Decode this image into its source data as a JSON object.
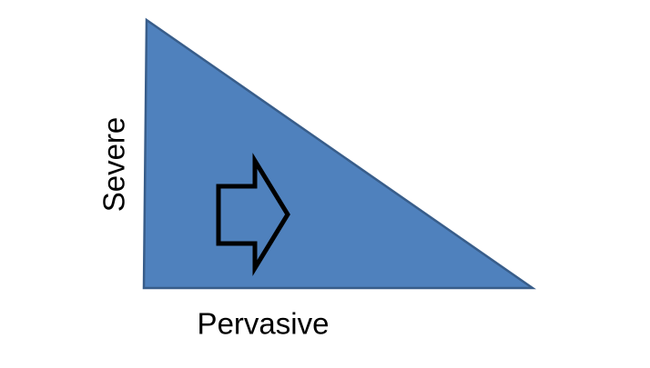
{
  "diagram": {
    "y_axis_label": "Severe",
    "x_axis_label": "Pervasive",
    "triangle": {
      "shape": "right-triangle-descending",
      "fill": "#4F81BD",
      "stroke": "#385D8A"
    },
    "arrow": {
      "direction": "right",
      "stroke": "#000000",
      "fill": "none"
    },
    "background": "#FFFFFF",
    "text_color": "#000000"
  }
}
